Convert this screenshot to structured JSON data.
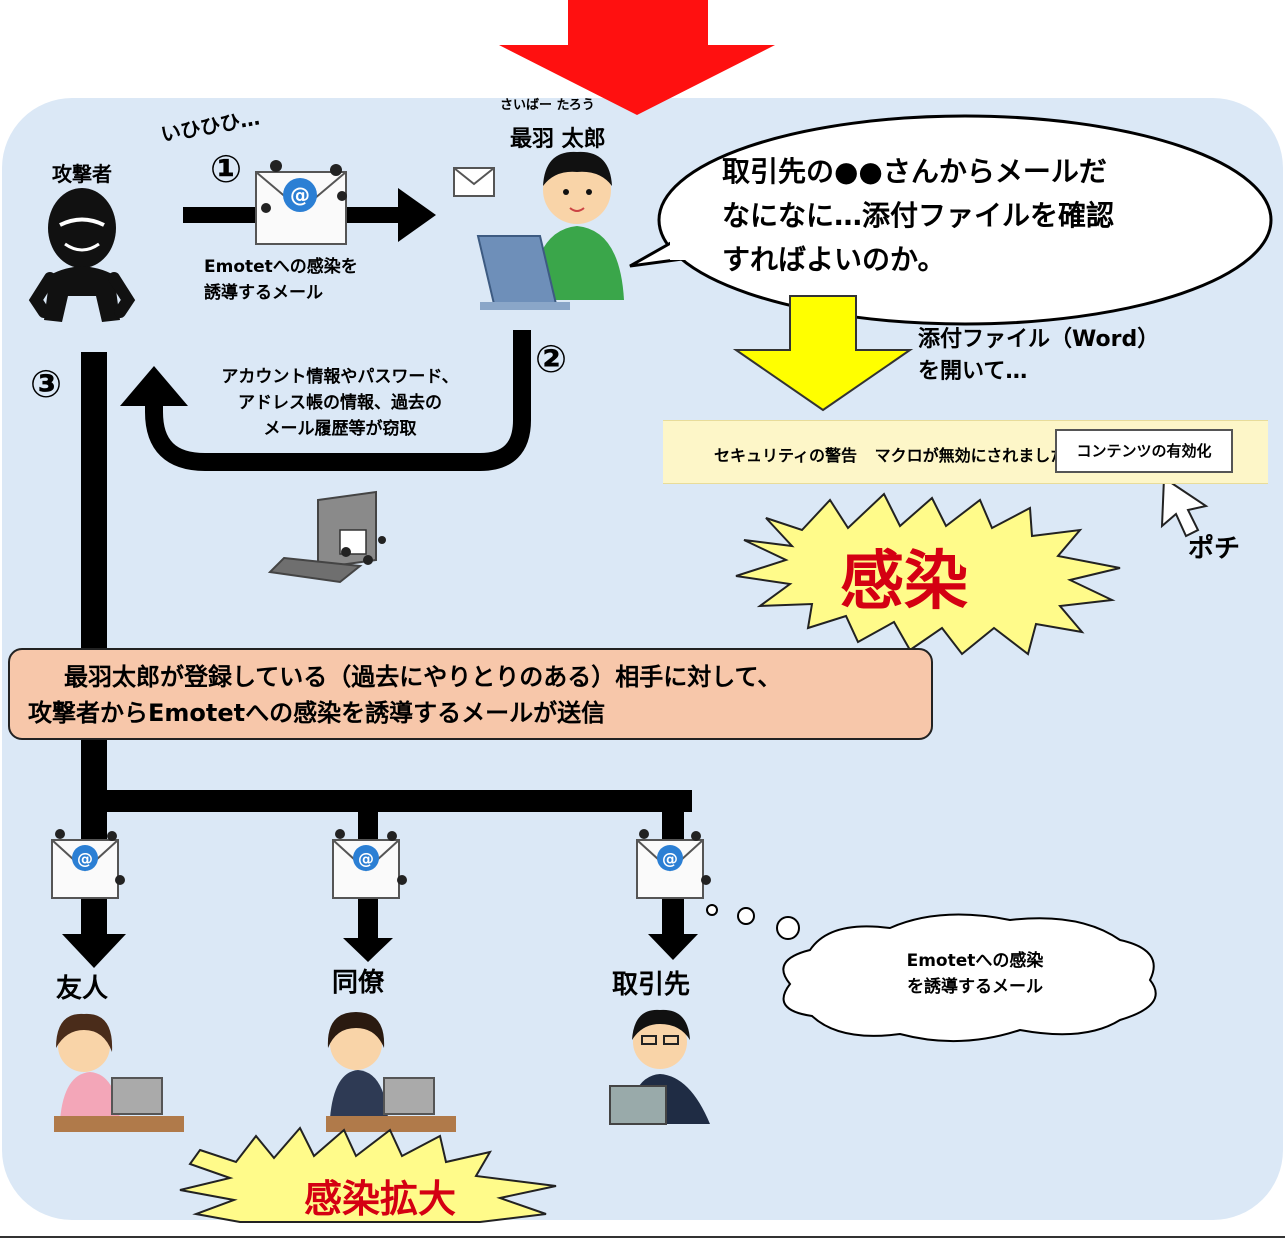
{
  "labels": {
    "attacker": "攻撃者",
    "laugh": "いひひひ…",
    "furigana": "さいばー たろう",
    "victim": "最羽 太郎",
    "step1": "①",
    "step2": "②",
    "step3": "③",
    "mail_caption_line1": "Emotetへの感染を",
    "mail_caption_line2": "誘導するメール",
    "theft_line1": "アカウント情報やパスワード、",
    "theft_line2": "アドレス帳の情報、過去の",
    "theft_line3": "メール履歴等が窃取",
    "attachment_line1": "添付ファイル（Word）",
    "attachment_line2": "を開いて…",
    "click": "ポチ",
    "friend": "友人",
    "colleague": "同僚",
    "client": "取引先"
  },
  "speech_bubble": {
    "line1": "取引先の●●さんからメールだ",
    "line2": "なになに…添付ファイルを確認",
    "line3": "すればよいのか。"
  },
  "security_bar": {
    "warning": "セキュリティの警告",
    "message": "マクロが無効にされました。",
    "button": "コンテンツの有効化"
  },
  "burst": {
    "infection": "感染",
    "spread": "感染拡大"
  },
  "notice": {
    "line1": "最羽太郎が登録している（過去にやりとりのある）相手に対して、",
    "line2": "攻撃者からEmotetへの感染を誘導するメールが送信"
  },
  "thought_cloud": {
    "line1": "Emotetへの感染",
    "line2": "を誘導するメール"
  },
  "colors": {
    "panel": "#dbe8f6",
    "red_arrow": "#ff1010",
    "yellow_arrow": "#ffff00",
    "notice_bg": "#f7c7aa",
    "infection_text": "#d40012"
  }
}
